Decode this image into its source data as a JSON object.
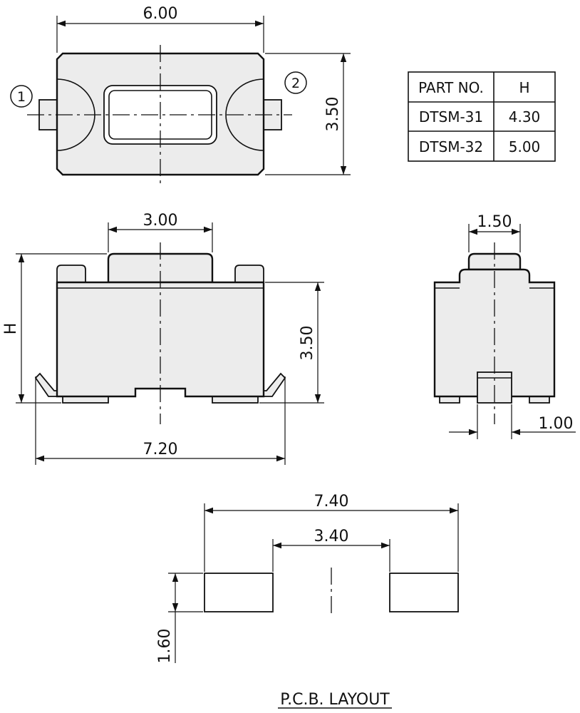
{
  "top_view": {
    "dim_width": "6.00",
    "dim_height": "3.50",
    "pin1_label": "1",
    "pin2_label": "2"
  },
  "part_table": {
    "headers": [
      "PART NO.",
      "H"
    ],
    "rows": [
      {
        "part": "DTSM-31",
        "h": "4.30"
      },
      {
        "part": "DTSM-32",
        "h": "5.00"
      }
    ]
  },
  "front_view": {
    "dim_actuator": "3.00",
    "dim_height_label": "H",
    "dim_body_height": "3.50",
    "dim_overall_width": "7.20"
  },
  "side_view": {
    "dim_actuator": "1.50",
    "dim_terminal": "1.00"
  },
  "pcb_layout": {
    "dim_overall": "7.40",
    "dim_gap": "3.40",
    "dim_pad_height": "1.60",
    "title": "P.C.B. LAYOUT"
  }
}
